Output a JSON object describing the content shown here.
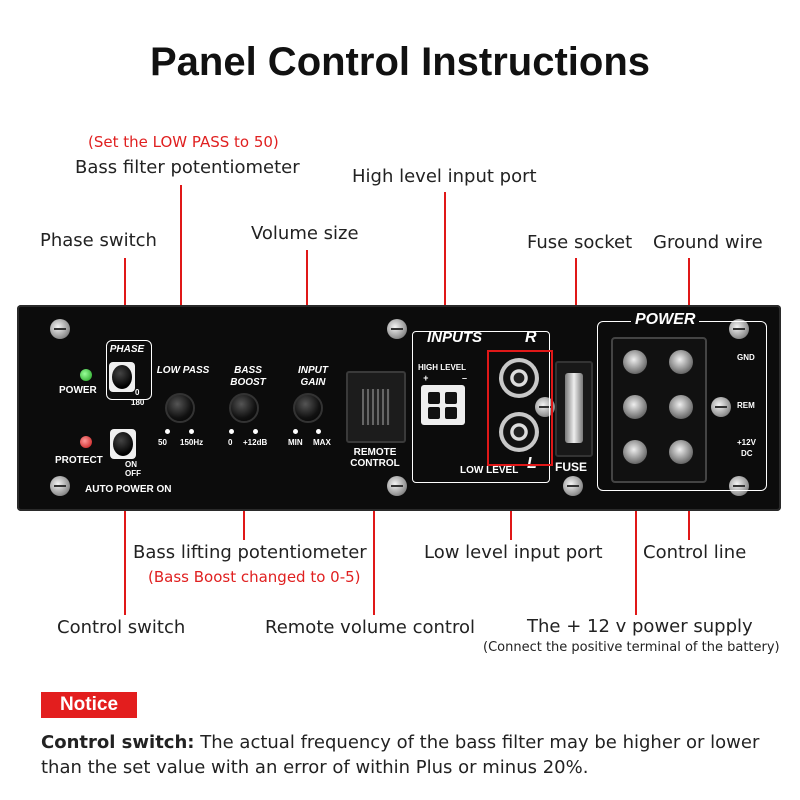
{
  "title": "Panel Control Instructions",
  "callouts": {
    "low_pass_note": "(Set the LOW PASS to 50)",
    "bass_filter": "Bass filter potentiometer",
    "high_level": "High level input port",
    "phase_switch": "Phase switch",
    "volume_size": "Volume size",
    "fuse_socket": "Fuse socket",
    "ground_wire": "Ground wire",
    "bass_lifting": "Bass lifting potentiometer",
    "bass_boost_note": "(Bass Boost changed to 0-5)",
    "low_level": "Low level input port",
    "control_line": "Control line",
    "control_switch": "Control switch",
    "remote_volume": "Remote volume control",
    "power_supply": "The + 12 v power supply",
    "power_supply_note": "(Connect the positive terminal of the battery)"
  },
  "panel": {
    "phase": "PHASE",
    "phase_0": "0",
    "phase_180": "180",
    "power": "POWER",
    "protect": "PROTECT",
    "on": "ON",
    "off": "OFF",
    "auto_power_on": "AUTO POWER ON",
    "low_pass": "LOW PASS",
    "bass_boost": "BASS BOOST",
    "input_gain": "INPUT GAIN",
    "lp_min": "50",
    "lp_max": "150Hz",
    "bb_min": "0",
    "bb_max": "+12dB",
    "gain_min": "MIN",
    "gain_max": "MAX",
    "remote_control": "REMOTE CONTROL",
    "inputs": "INPUTS",
    "r": "R",
    "l": "L",
    "high_level": "HIGH LEVEL",
    "plus": "+",
    "minus": "–",
    "low_level": "LOW LEVEL",
    "fuse": "FUSE",
    "power_block": "POWER",
    "gnd": "GND",
    "rem": "REM",
    "v12": "+12V",
    "dc": "DC"
  },
  "notice": {
    "badge": "Notice",
    "heading": "Control switch:",
    "text": "The actual frequency of the bass filter may be higher or lower than the set value with an error of within Plus or minus 20%."
  },
  "colors": {
    "accent": "#e31e1e",
    "panel": "#0c0c0c"
  }
}
